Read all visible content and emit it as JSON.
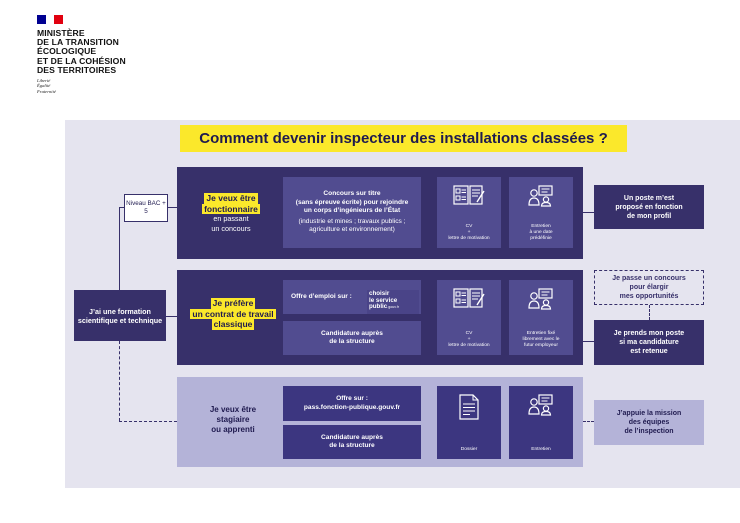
{
  "header": {
    "ministry_lines": [
      "MINISTÈRE",
      "DE LA TRANSITION",
      "ÉCOLOGIQUE",
      "ET DE LA COHÉSION",
      "DES TERRITOIRES"
    ],
    "motto_lines": [
      "Liberté",
      "Égalité",
      "Fraternité"
    ],
    "flag_colors": [
      "#000091",
      "#ffffff",
      "#e1000f"
    ]
  },
  "title": "Comment devenir inspecteur des installations classées ?",
  "origin": {
    "label": "J’ai une formation scientifique et technique",
    "level": "Niveau BAC + 5"
  },
  "rows": [
    {
      "label_highlight": [
        "Je veux être",
        "fonctionnaire"
      ],
      "label_sub": [
        "en passant",
        "un concours"
      ],
      "boxes": [
        {
          "title": [
            "Concours sur titre",
            "(sans épreuve écrite) pour rejoindre",
            "un corps d’ingénieurs de l’État"
          ],
          "detail": [
            "(industrie et mines ; travaux publics ;",
            "agriculture et environnement)"
          ]
        }
      ],
      "steps": [
        {
          "icon": "cv-letter-icon",
          "label": [
            "CV",
            "+",
            "lettre de motivation"
          ]
        },
        {
          "icon": "interview-icon",
          "label": [
            "Entretien",
            "à une date",
            "prédéfinie"
          ]
        }
      ],
      "outcome": [
        "Un poste m’est",
        "proposé en fonction",
        "de mon profil"
      ]
    },
    {
      "label_highlight": [
        "Je préfère",
        "un contrat de travail",
        "classique"
      ],
      "boxes": [
        {
          "title": [
            "Offre d’emploi sur :"
          ],
          "logo": {
            "line1": "choisir",
            "line2": "le service",
            "line3": "public",
            "suffix": ".gouv.fr"
          }
        },
        {
          "title": [
            "Candidature auprès",
            "de la structure"
          ]
        }
      ],
      "steps": [
        {
          "icon": "cv-letter-icon",
          "label": [
            "CV",
            "+",
            "lettre de motivation"
          ]
        },
        {
          "icon": "interview-icon",
          "label": [
            "Entretien fixé",
            "librement avec le",
            "futur employeur"
          ]
        }
      ],
      "optional": [
        "Je passe un concours",
        "pour élargir",
        "mes opportunités"
      ],
      "outcome": [
        "Je prends mon poste",
        "si ma candidature",
        "est retenue"
      ]
    },
    {
      "label": [
        "Je veux être",
        "stagiaire",
        "ou apprenti"
      ],
      "boxes": [
        {
          "title": [
            "Offre sur :",
            "pass.fonction-publique.gouv.fr"
          ]
        },
        {
          "title": [
            "Candidature auprès",
            "de la structure"
          ]
        }
      ],
      "steps": [
        {
          "icon": "document-icon",
          "label": [
            "Dossier"
          ]
        },
        {
          "icon": "interview-icon",
          "label": [
            "Entretien"
          ]
        }
      ],
      "outcome": [
        "J’appuie la mission",
        "des équipes",
        "de l’inspection"
      ]
    }
  ],
  "colors": {
    "navy": "#37306a",
    "box": "#514c90",
    "lavender": "#b4b3d8",
    "panel": "#e5e4ef",
    "yellow": "#fbe82b"
  }
}
